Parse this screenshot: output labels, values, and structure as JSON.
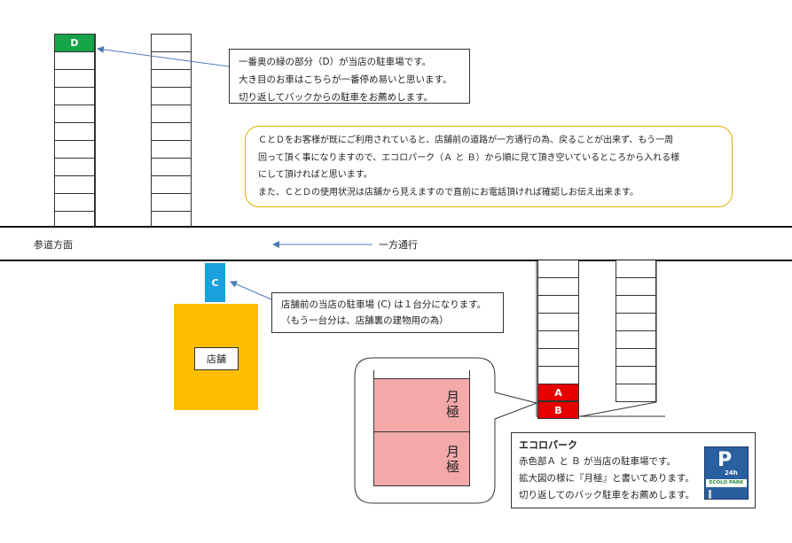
{
  "parking_top": {
    "spot_d_label": "D"
  },
  "note_d": {
    "lines": [
      "一番奥の緑の部分（D）が当店の駐車場です。",
      "大き目のお車はこちらが一番停め易いと思います。",
      "切り返してバックからの駐車をお薦めします。"
    ]
  },
  "note_cd": {
    "lines": [
      "ＣとＤをお客様が既にご利用されていると、店舗前の道路が一方通行の為、戻ることが出来ず、もう一周",
      "回って頂く事になりますので、エコロパーク（Ａ と Ｂ）から順に見て頂き空いているところから入れる様",
      "にして頂ければと思います。",
      "また、ＣとＤの使用状況は店舗から見えますので直前にお電話頂ければ確認しお伝え出来ます。"
    ]
  },
  "road": {
    "direction_label": "参道方面",
    "oneway_label": "一方通行"
  },
  "store": {
    "spot_c_label": "C",
    "store_label": "店舗"
  },
  "note_c": {
    "lines": [
      "店舗前の当店の駐車場 (C) は１台分になります。",
      "（もう一台分は、店舗裏の建物用の為）"
    ]
  },
  "magnified": {
    "spot_upper_text": "月極",
    "spot_lower_text": "月極"
  },
  "parking_right": {
    "spot_a_label": "A",
    "spot_b_label": "B"
  },
  "ecolo_box": {
    "title": "エコロパーク",
    "lines": [
      "赤色部Ａ と Ｂ が当店の駐車場です。",
      "拡大図の様に『月極』と書いてあります。",
      "切り返してのバック駐車をお薦めします。"
    ],
    "sign_letter": "P",
    "sign_hours": "24h",
    "sign_brand": "ECOLO PARK"
  },
  "colors": {
    "green": "#17a54a",
    "blue": "#1aa0dc",
    "store": "#ffbf00",
    "red": "#e60000",
    "pink": "#f4a9a9",
    "note_border_yellow": "#e6b000"
  }
}
